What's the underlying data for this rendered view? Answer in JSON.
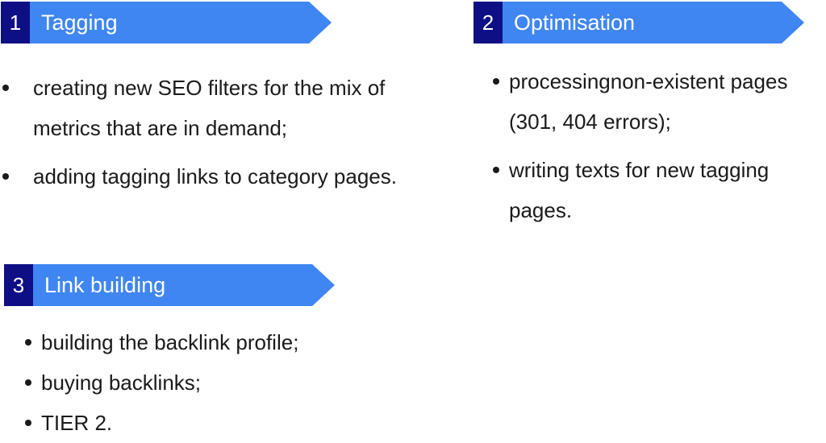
{
  "sections": [
    {
      "number": "1",
      "title": "Tagging",
      "items": [
        "creating new SEO filters for the mix of metrics that are in demand;",
        "adding tagging links to category pages."
      ]
    },
    {
      "number": "2",
      "title": "Optimisation",
      "items": [
        "processingnon-existent pages (301, 404 errors);",
        "writing texts for new tagging pages."
      ]
    },
    {
      "number": "3",
      "title": "Link building",
      "items": [
        "building the backlink profile;",
        "buying backlinks;",
        "TIER 2."
      ]
    }
  ],
  "colors": {
    "number_badge": "#0f0f85",
    "banner": "#3f86f2",
    "text": "#1a1a1a"
  }
}
